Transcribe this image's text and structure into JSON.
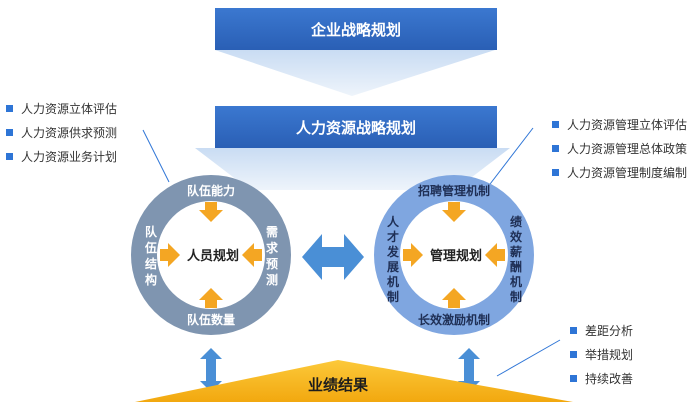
{
  "top_bars": {
    "enterprise_strategy": "企业战略规划",
    "hr_strategy": "人力资源战略规划"
  },
  "left_list": [
    "人力资源立体评估",
    "人力资源供求预测",
    "人力资源业务计划"
  ],
  "right_list": [
    "人力资源管理立体评估",
    "人力资源管理总体政策",
    "人力资源管理制度编制"
  ],
  "left_ring": {
    "center": "人员规划",
    "top": "队伍能力",
    "bottom": "队伍数量",
    "left": "队伍结构",
    "right": "需求预测"
  },
  "right_ring": {
    "center": "管理规划",
    "top": "招聘管理机制",
    "bottom": "长效激励机制",
    "left": "人才发展机制",
    "right": "绩效薪酬机制"
  },
  "result": "业绩结果",
  "bottom_list": [
    "差距分析",
    "举措规划",
    "持续改善"
  ],
  "colors": {
    "bar_blue": "#2f6ac4",
    "funnel": "#d5e4f6",
    "ring_left": "#7f95b0",
    "ring_right": "#7fa6e0",
    "arrow_orange": "#f4a623",
    "result_yellow": "#f7b917",
    "connector_blue": "#4a8fd6",
    "bullet_blue": "#2e75d6"
  }
}
